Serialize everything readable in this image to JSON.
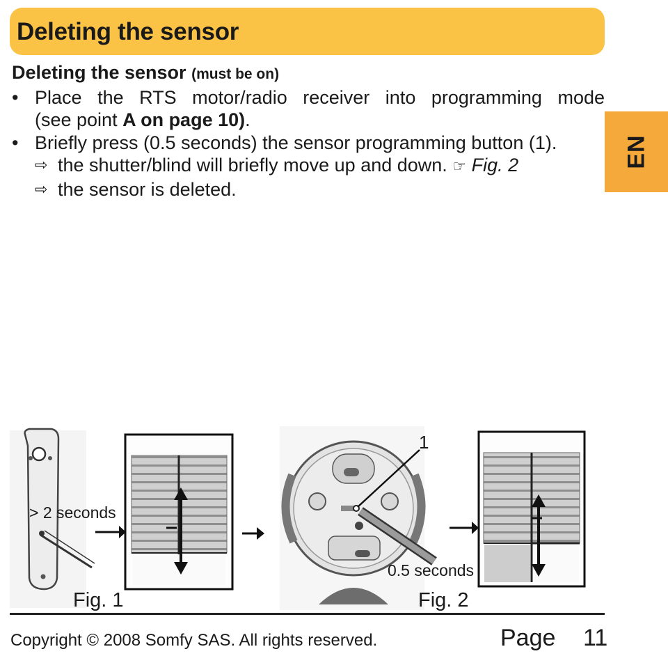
{
  "header": {
    "title": "Deleting the sensor"
  },
  "side_tab": {
    "language": "EN"
  },
  "section": {
    "heading": "Deleting the sensor",
    "heading_note": "(must be on)",
    "bullet1_line1": "Place the RTS motor/radio receiver into programming mode",
    "bullet1_line2_prefix": "(see point ",
    "bullet1_line2_bold": "A on page 10)",
    "bullet1_line2_suffix": ".",
    "bullet2": "Briefly press (0.5 seconds) the sensor programming button (1).",
    "result1": "the shutter/blind will briefly move up and down.",
    "result1_ref": "Fig. 2",
    "result2": "the sensor is deleted.",
    "bullet_glyph": "•",
    "arrow_glyph": "⇨",
    "hand_glyph": "☞"
  },
  "figures": {
    "fig1_caption": "Fig. 1",
    "fig1_label": "> 2 seconds",
    "fig2_caption": "Fig. 2",
    "fig2_label": "0.5 seconds",
    "fig2_callout": "1"
  },
  "footer": {
    "copyright": "Copyright © 2008 Somfy SAS. All rights reserved.",
    "page_label": "Page",
    "page_number": "11"
  }
}
